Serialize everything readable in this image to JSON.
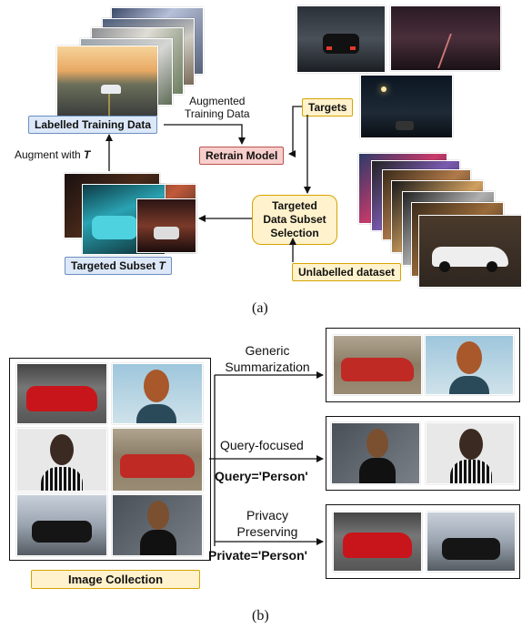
{
  "part_a": {
    "labels": {
      "labelled_training_data": "Labelled Training Data",
      "augmented_training_data": "Augmented\nTraining Data",
      "retrain_model": "Retrain Model",
      "targets": "Targets",
      "augment_with": "Augment with ",
      "augment_with_symbol": "T",
      "targeted_selection": "Targeted\nData Subset\nSelection",
      "targeted_subset": "Targeted Subset ",
      "targeted_subset_symbol": "T",
      "unlabelled_dataset": "Unlabelled dataset"
    },
    "caption": "(a)"
  },
  "part_b": {
    "image_collection_label": "Image Collection",
    "generic_summarization": "Generic\nSummarization",
    "query_focused": "Query-focused",
    "query_value": "Query='Person'",
    "privacy_preserving": "Privacy\nPreserving",
    "private_value": "Private='Person'",
    "caption": "(b)"
  },
  "colors": {
    "blue_fill": "#dce8f8",
    "blue_border": "#6c8ebf",
    "red_fill": "#f8cecc",
    "red_border": "#b85450",
    "yellow_fill": "#fff2cc",
    "yellow_border": "#d6a400",
    "car_red": "#c8151b"
  }
}
